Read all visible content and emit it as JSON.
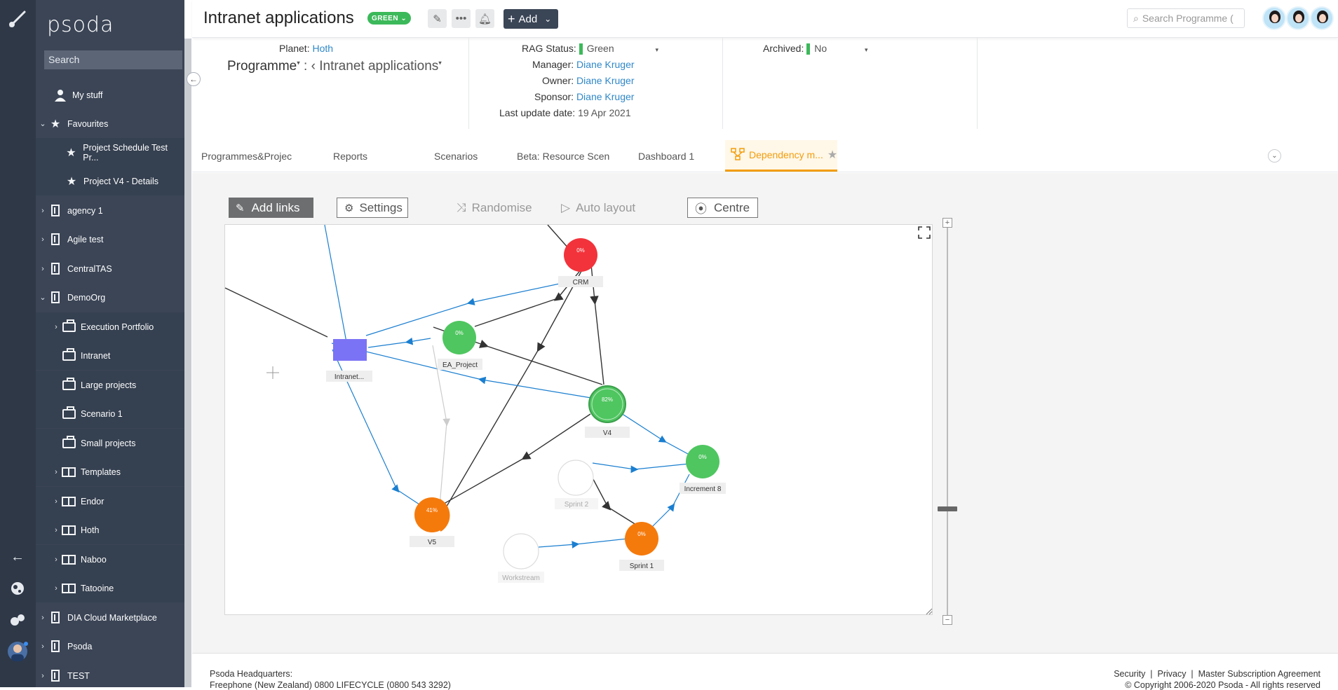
{
  "app": {
    "logo": "psoda",
    "search_placeholder": "Search"
  },
  "sidebar": {
    "items": [
      {
        "label": "My stuff"
      },
      {
        "label": "Favourites"
      },
      {
        "label": "Project Schedule Test Pr..."
      },
      {
        "label": "Project V4 - Details"
      },
      {
        "label": "agency 1"
      },
      {
        "label": "Agile test"
      },
      {
        "label": "CentralTAS"
      },
      {
        "label": "DemoOrg"
      },
      {
        "label": "Execution Portfolio"
      },
      {
        "label": "Intranet"
      },
      {
        "label": "Large projects"
      },
      {
        "label": "Scenario 1"
      },
      {
        "label": "Small projects"
      },
      {
        "label": "Templates"
      },
      {
        "label": "Endor"
      },
      {
        "label": "Hoth"
      },
      {
        "label": "Naboo"
      },
      {
        "label": "Tatooine"
      },
      {
        "label": "DIA Cloud Marketplace"
      },
      {
        "label": "Psoda"
      },
      {
        "label": "TEST"
      }
    ]
  },
  "header": {
    "title": "Intranet applications",
    "rag_pill": "GREEN",
    "add_label": "Add",
    "search_placeholder": "Search Programme (",
    "icons": [
      "pencil-icon",
      "more-icon",
      "bell-icon"
    ]
  },
  "info": {
    "planet_label": "Planet:",
    "planet_value": "Hoth",
    "programme_label": "Programme",
    "programme_value": "Intranet applications",
    "rag_label": "RAG Status:",
    "rag_value": "Green",
    "manager_label": "Manager:",
    "manager_value": "Diane Kruger",
    "owner_label": "Owner:",
    "owner_value": "Diane Kruger",
    "sponsor_label": "Sponsor:",
    "sponsor_value": "Diane Kruger",
    "lastupdate_label": "Last update date:",
    "lastupdate_value": "19 Apr 2021",
    "archived_label": "Archived:",
    "archived_value": "No"
  },
  "tabs": [
    {
      "label": "Programmes&Projec"
    },
    {
      "label": "Reports"
    },
    {
      "label": "Scenarios"
    },
    {
      "label": "Beta: Resource Scen"
    },
    {
      "label": "Dashboard 1"
    },
    {
      "label": "Dependency m..."
    }
  ],
  "toolbar": {
    "add_links": "Add links",
    "settings": "Settings",
    "randomise": "Randomise",
    "auto_layout": "Auto layout",
    "centre": "Centre"
  },
  "graph": {
    "nodes": [
      {
        "id": "crm",
        "label": "CRM",
        "pct": "0%",
        "color": "#f2333b"
      },
      {
        "id": "intranet",
        "label": "Intranet...",
        "pct": "",
        "color": "#7b73f5"
      },
      {
        "id": "ea",
        "label": "EA_Project",
        "pct": "0%",
        "color": "#4fc660"
      },
      {
        "id": "v4",
        "label": "V4",
        "pct": "82%",
        "color": "#4fc660"
      },
      {
        "id": "inc8",
        "label": "Increment 8",
        "pct": "0%",
        "color": "#4fc660"
      },
      {
        "id": "sprint2",
        "label": "Sprint 2",
        "pct": "",
        "color": "#ffffff"
      },
      {
        "id": "v5",
        "label": "V5",
        "pct": "41%",
        "color": "#f57a0c"
      },
      {
        "id": "sprint1",
        "label": "Sprint 1",
        "pct": "0%",
        "color": "#f57a0c"
      },
      {
        "id": "workstream",
        "label": "Workstream",
        "pct": "",
        "color": "#ffffff"
      }
    ]
  },
  "footer": {
    "hq": "Psoda Headquarters:",
    "phone": "Freephone (New Zealand) 0800 LIFECYCLE (0800 543 3292)",
    "security": "Security",
    "privacy": "Privacy",
    "msa": "Master Subscription Agreement",
    "copyright": "© Copyright 2006-2020 Psoda - All rights reserved"
  },
  "colors": {
    "rail": "#2e3847",
    "sidebar": "#3b4556",
    "accent": "#f29d0c",
    "green": "#3cb95a",
    "link": "#2f88c9"
  }
}
